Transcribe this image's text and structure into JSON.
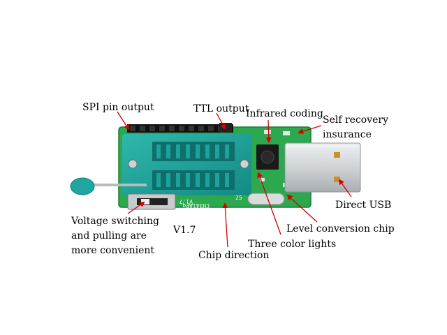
{
  "labels": {
    "spi_pin_output": "SPI pin output",
    "ttl_output": "TTL output",
    "infrared_coding": "Infrared coding",
    "self_recovery_1": "Self recovery",
    "self_recovery_2": "insurance",
    "direct_usb": "Direct USB",
    "level_conversion_chip": "Level conversion chip",
    "three_color_lights": "Three color lights",
    "chip_direction": "Chip direction",
    "version": "V1.7",
    "voltage_1": "Voltage switching",
    "voltage_2": "and pulling are",
    "voltage_3": "more convenient"
  },
  "board_silkscreen": {
    "chip_name": "CH341APq",
    "pin_marks": "25",
    "version_mark": "V1.7"
  },
  "colors": {
    "pcb": "#2ca84e",
    "socket": "#1aa39b",
    "arrow": "#d40000",
    "usb_metal": "#d8dadc"
  }
}
